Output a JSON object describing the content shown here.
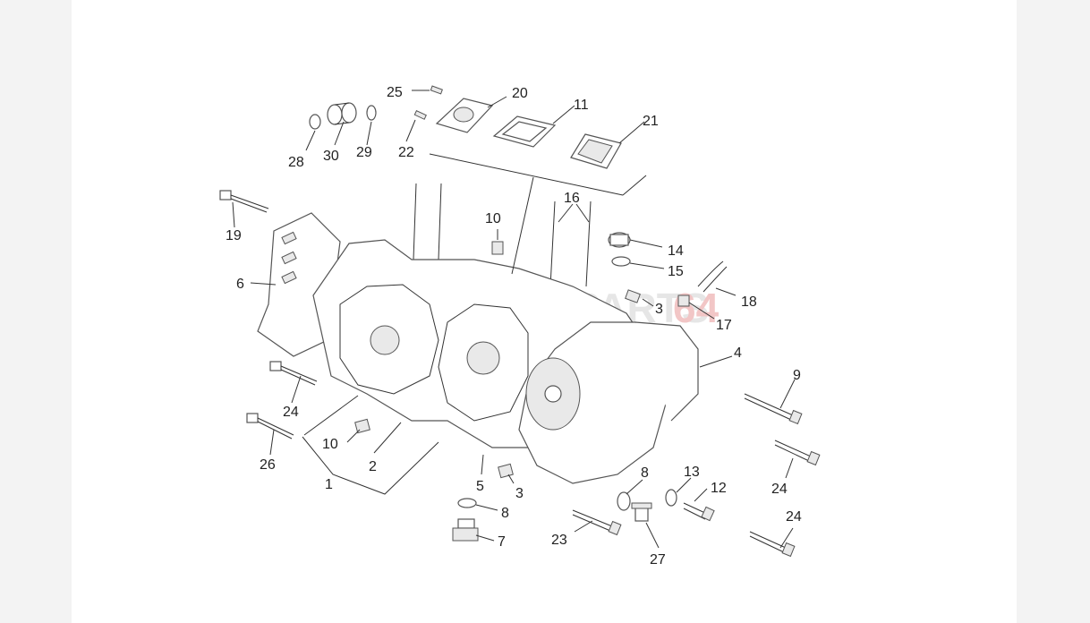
{
  "diagram": {
    "watermark": {
      "text": "PARTS",
      "accent_text": "64"
    },
    "labels": [
      {
        "id": "l25",
        "text": "25"
      },
      {
        "id": "l20",
        "text": "20"
      },
      {
        "id": "l11",
        "text": "11"
      },
      {
        "id": "l21",
        "text": "21"
      },
      {
        "id": "l28",
        "text": "28"
      },
      {
        "id": "l30",
        "text": "30"
      },
      {
        "id": "l29",
        "text": "29"
      },
      {
        "id": "l22",
        "text": "22"
      },
      {
        "id": "l19",
        "text": "19"
      },
      {
        "id": "l10a",
        "text": "10"
      },
      {
        "id": "l16",
        "text": "16"
      },
      {
        "id": "l14",
        "text": "14"
      },
      {
        "id": "l15",
        "text": "15"
      },
      {
        "id": "l6",
        "text": "6"
      },
      {
        "id": "l18",
        "text": "18"
      },
      {
        "id": "l3a",
        "text": "3"
      },
      {
        "id": "l17",
        "text": "17"
      },
      {
        "id": "l4",
        "text": "4"
      },
      {
        "id": "l9",
        "text": "9"
      },
      {
        "id": "l24a",
        "text": "24"
      },
      {
        "id": "l10b",
        "text": "10"
      },
      {
        "id": "l26",
        "text": "26"
      },
      {
        "id": "l2",
        "text": "2"
      },
      {
        "id": "l1",
        "text": "1"
      },
      {
        "id": "l5",
        "text": "5"
      },
      {
        "id": "l3b",
        "text": "3"
      },
      {
        "id": "l8a",
        "text": "8"
      },
      {
        "id": "l13",
        "text": "13"
      },
      {
        "id": "l12",
        "text": "12"
      },
      {
        "id": "l24b",
        "text": "24"
      },
      {
        "id": "l8b",
        "text": "8"
      },
      {
        "id": "l7",
        "text": "7"
      },
      {
        "id": "l23",
        "text": "23"
      },
      {
        "id": "l27",
        "text": "27"
      },
      {
        "id": "l24c",
        "text": "24"
      }
    ]
  },
  "colors": {
    "background": "#ffffff",
    "margin": "#f3f3f3",
    "line": "#333333",
    "watermark_accent": "#f2c6c6"
  }
}
